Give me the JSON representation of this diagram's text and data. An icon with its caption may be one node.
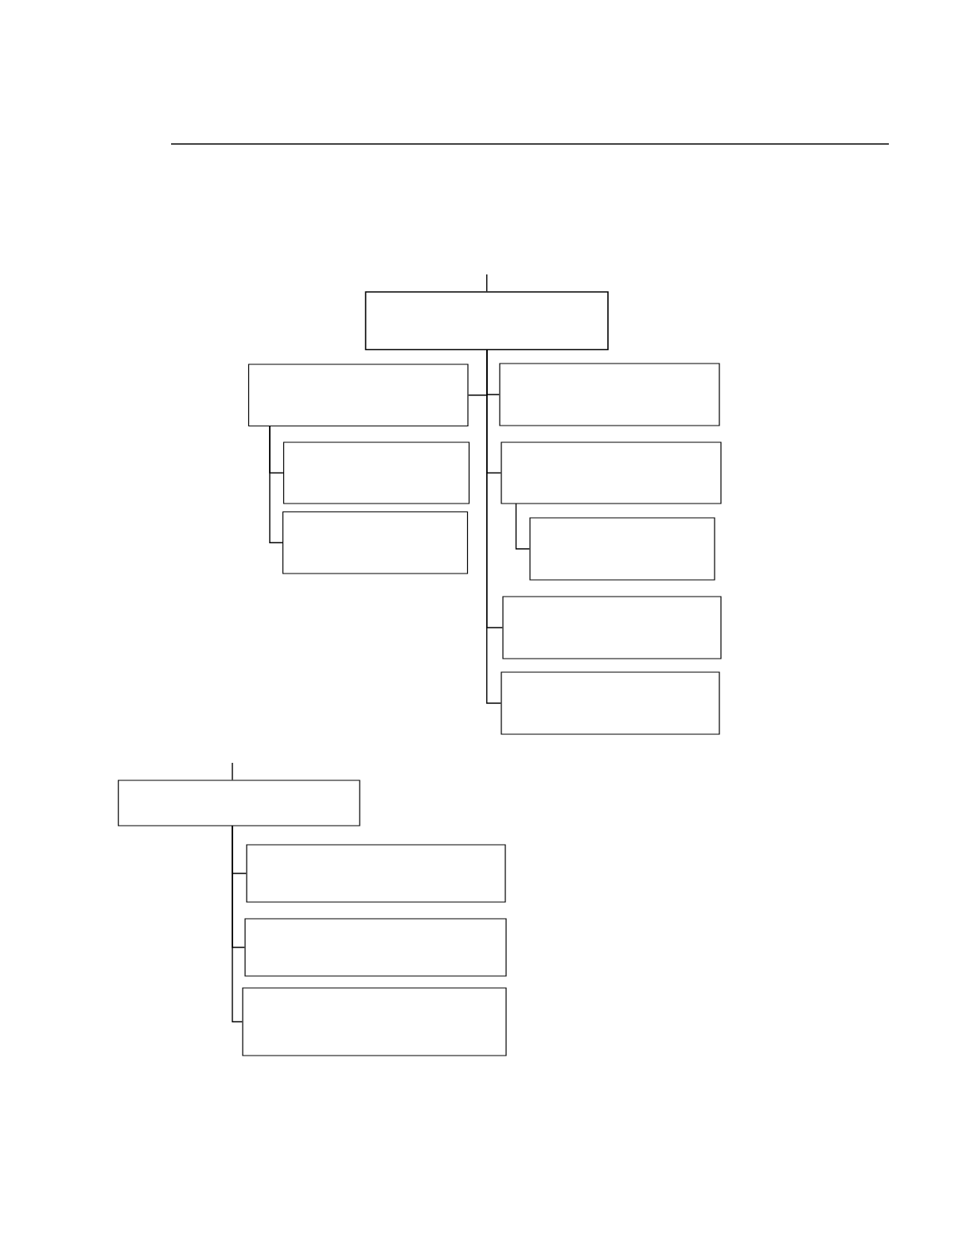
{
  "diagram": {
    "nodes": [
      {
        "text": [],
        "shape": "box"
      },
      {
        "text": [],
        "shape": "box"
      },
      {
        "text": [],
        "shape": "box"
      },
      {
        "text": [],
        "shape": "box"
      },
      {
        "text": [],
        "shape": "box"
      },
      {
        "text": [],
        "shape": "box"
      },
      {
        "text": [],
        "shape": "box"
      },
      {
        "text": [],
        "shape": "box"
      },
      {
        "text": [],
        "shape": "box"
      },
      {
        "text": [],
        "shape": "box"
      },
      {
        "text": [],
        "shape": "box"
      },
      {
        "text": [],
        "shape": "box"
      },
      {
        "text": [],
        "shape": "box"
      }
    ],
    "edges": [
      {
        "from": null,
        "to": 0,
        "arrow": "none"
      },
      {
        "from": 0,
        "to": 1,
        "arrow": "none"
      },
      {
        "from": 0,
        "to": 4,
        "arrow": "none"
      },
      {
        "from": 0,
        "to": 5,
        "arrow": "none"
      },
      {
        "from": 0,
        "to": 7,
        "arrow": "none"
      },
      {
        "from": 0,
        "to": 8,
        "arrow": "none"
      },
      {
        "from": 1,
        "to": 2,
        "arrow": "none"
      },
      {
        "from": 1,
        "to": 3,
        "arrow": "none"
      },
      {
        "from": 5,
        "to": 6,
        "arrow": "none"
      },
      {
        "from": null,
        "to": 9,
        "arrow": "none"
      },
      {
        "from": 9,
        "to": 10,
        "arrow": "none"
      },
      {
        "from": 9,
        "to": 11,
        "arrow": "none"
      },
      {
        "from": 9,
        "to": 12,
        "arrow": "none"
      }
    ]
  }
}
